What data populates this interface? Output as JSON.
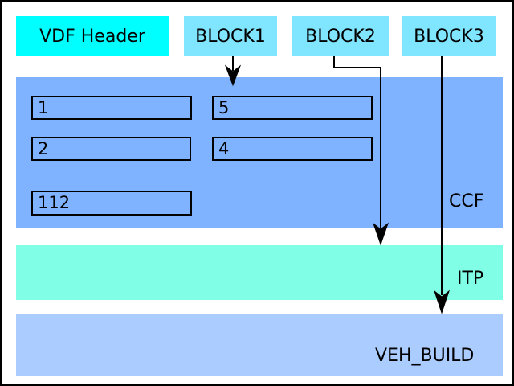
{
  "colors": {
    "header": "#00ffff",
    "block": "#80e5ff",
    "ccf": "#80b3ff",
    "itp": "#80ffe6",
    "veh_build": "#aaccff",
    "line": "#000000"
  },
  "header": {
    "label": "VDF Header"
  },
  "blocks": [
    {
      "label": "BLOCK1"
    },
    {
      "label": "BLOCK2"
    },
    {
      "label": "BLOCK3"
    }
  ],
  "ccf": {
    "label": "CCF",
    "slots": [
      "1",
      "5",
      "2",
      "4",
      "112"
    ]
  },
  "itp": {
    "label": "ITP"
  },
  "veh_build": {
    "label": "VEH_BUILD"
  },
  "connections": [
    {
      "from": "BLOCK1",
      "to": "CCF"
    },
    {
      "from": "BLOCK2",
      "to": "ITP"
    },
    {
      "from": "BLOCK3",
      "to": "VEH_BUILD"
    }
  ]
}
